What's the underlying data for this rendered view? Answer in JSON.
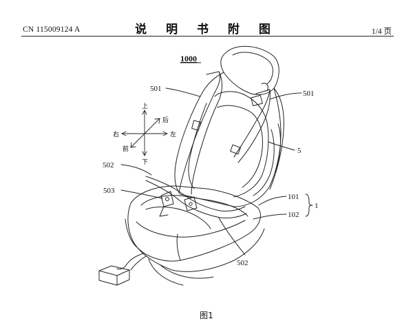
{
  "header": {
    "publication_number": "CN 115009124 A",
    "title": "说 明 书 附 图",
    "page": "1/4 页"
  },
  "figure": {
    "ref_main": "1000",
    "refs": {
      "belt_upper_left": "501",
      "belt_upper_right": "501",
      "backrest": "5",
      "lap_belt": "502",
      "buckle": "503",
      "seat_upper": "101",
      "seat_lower": "102",
      "seat_group": "1",
      "belt_bottom": "502"
    },
    "directions": {
      "up": "上",
      "down": "下",
      "left": "左",
      "right": "右",
      "front": "前",
      "back": "后"
    }
  },
  "caption": "图1"
}
